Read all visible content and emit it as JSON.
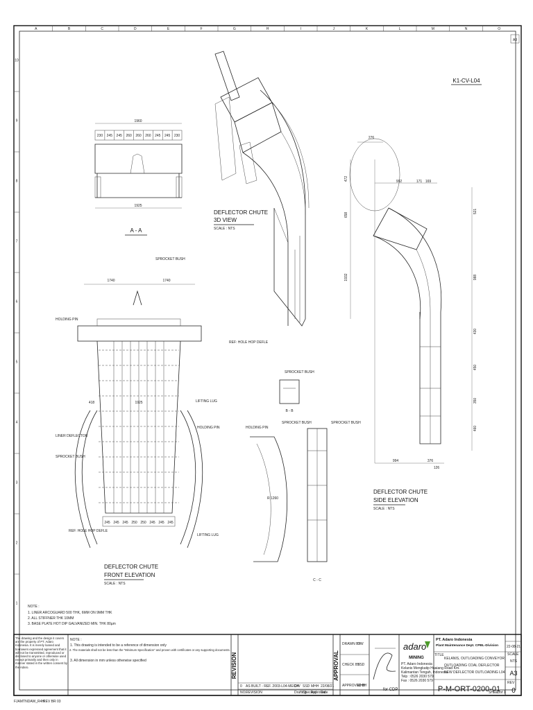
{
  "sheet": {
    "size_code_corner": "A3",
    "grid_letters": [
      "A",
      "B",
      "C",
      "D",
      "E",
      "F",
      "G",
      "H",
      "I",
      "J",
      "K",
      "L",
      "M",
      "N",
      "O"
    ],
    "grid_numbers": [
      "10",
      "9",
      "8",
      "7",
      "6",
      "5",
      "4",
      "3",
      "2",
      "1"
    ]
  },
  "drawing_tag": "K1-CV-L04",
  "views": {
    "section_aa": {
      "label": "A - A",
      "dim_overall_top": "1960",
      "dim_segments": [
        "230",
        "245",
        "245",
        "260",
        "260",
        "260",
        "245",
        "245",
        "230"
      ],
      "dim_overall_bottom": "1925"
    },
    "view_3d": {
      "title_line1": "DEFLECTOR CHUTE",
      "title_line2": "3D VIEW",
      "scale": "SCALE : NTS"
    },
    "front_elevation": {
      "title_line1": "DEFLECTOR CHUTE",
      "title_line2": "FRONT ELEVATION",
      "scale": "SCALE : NTS",
      "dim_left_half": "1740",
      "dim_right_half": "1740",
      "dim_width": "1925",
      "dim_side": "418",
      "bottom_segments": [
        "245",
        "245",
        "245",
        "250",
        "250",
        "245",
        "245",
        "245"
      ],
      "callouts": [
        "SPROCKET BUSH",
        "HOLDING PIN",
        "REF: HOLE HOP DEFLE",
        "LIFTING LUG",
        "LINER DEFLECTOR"
      ]
    },
    "side_elevation": {
      "title_line1": "DEFLECTOR CHUTE",
      "title_line2": "SIDE ELEVATION",
      "scale": "SCALE : NTS",
      "dim_top": "276",
      "dim_a": "992",
      "dim_b": "171",
      "dim_c": "169",
      "dim_bottom_left": "994",
      "dim_bottom_right": "376",
      "dim_small": "126",
      "left_dims": [
        "472",
        "658",
        "1932"
      ],
      "right_dims": [
        "521",
        "988",
        "430",
        "450",
        "350",
        "460"
      ]
    },
    "detail_section": {
      "label_1": "B - B",
      "label_2": "C - C",
      "dim": "R 1260"
    }
  },
  "notes": {
    "heading": "NOTE :",
    "items": [
      "1.   LINER ARCOGUARD 500 THK, 6MM ON 9MM THK",
      "2.   ALL STIFFNER THK 10MM",
      "3.   BASE PLATE HOT DIP GALVANIZED MIN. THK 80µm"
    ]
  },
  "title_block": {
    "copyright": "The drawing and the design it covers are the property of PT. Adaro Indonesia. It is merely loaned and borrowers expressed agreement that it will not be transmitted, reproduced or disclosed to anyone or otherwise used except primarily and then only in manner stated in the written consent by the Adaro.",
    "note_heading": "NOTE :",
    "note_items": [
      "1. This drawing is intended to be a reference of dimension only",
      "2. The materials shall not be less than the \"Minimum Specification\" and proven with certificates or any supporting documents.",
      "3. All dimension in mm unless otherwise specified"
    ],
    "revision_label": "REVISION",
    "approval_label": "APPROVAL",
    "revision_row": {
      "no": "0",
      "desc": "AS BUILT - REF. 2003-L04-MECH",
      "drafting": "GW",
      "checked": "SSD",
      "approved": "MHH",
      "date": "22/08/21"
    },
    "revision_header": [
      "NO.",
      "REVISION",
      "Drafting",
      "Checked",
      "Approved",
      "Date"
    ],
    "approval_rows": [
      {
        "role": "DRAWN BY",
        "value": "GW"
      },
      {
        "role": "CHECK BY",
        "value": "SSD"
      },
      {
        "role": "APPROVED BY",
        "value": "MHH"
      }
    ],
    "signature_caption": "for CDP",
    "company": "PT. Adaro Indonesia",
    "department": "Plant Maintenance Dept. CPBL-Division",
    "logo_text": "adaro",
    "logo_sub": "MINING",
    "address_lines": [
      "PT. Adaro Indonesia",
      "Kelanis Mengkatip Huaiang Road Km.",
      "Kalimantan Tengah, Indonesia",
      "Telp : 0526 2030 579",
      "Fax : 0526 2030 579"
    ],
    "title_label": "TITLE",
    "title_lines": [
      "KELANIS, OUTLOADING CONVEYOR",
      "OUTLOADING COAL DEFLECTOR",
      "NEW DEFLECTOR OUTLOADING L04"
    ],
    "date": "22-08-21",
    "scale_label": "SCALE",
    "scale_value": "NTS",
    "paper_size": "A3",
    "drawing_number": "P-M-ORT-0200-01",
    "sheet_label": "SHEET",
    "sheet_value": "1 of 1",
    "rev_label": "REV",
    "rev_value": "0"
  },
  "footer": {
    "file": "FJAMTNDAW_R4H",
    "rev": "REV BR 03"
  }
}
